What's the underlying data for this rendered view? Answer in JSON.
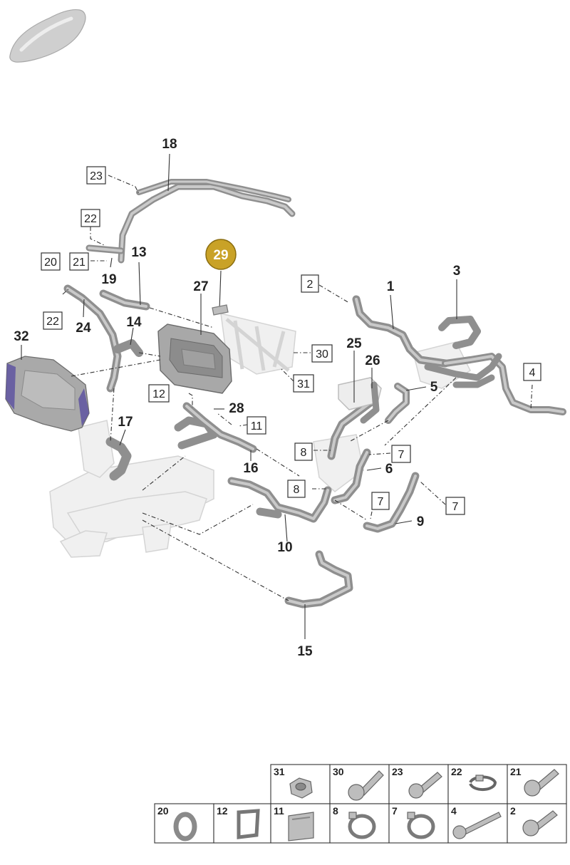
{
  "callouts": {
    "c1": "1",
    "c3": "3",
    "c5": "5",
    "c6": "6",
    "c9": "9",
    "c10": "10",
    "c13": "13",
    "c14": "14",
    "c15": "15",
    "c16": "16",
    "c17": "17",
    "c18": "18",
    "c19": "19",
    "c24": "24",
    "c25": "25",
    "c26": "26",
    "c27": "27",
    "c28": "28",
    "c32": "32"
  },
  "highlight": {
    "label": "29",
    "color": "#c9a227"
  },
  "boxed_labels": {
    "b2": "2",
    "b4": "4",
    "b7a": "7",
    "b7b": "7",
    "b7c": "7",
    "b8a": "8",
    "b8b": "8",
    "b11": "11",
    "b12": "12",
    "b20": "20",
    "b21": "21",
    "b22a": "22",
    "b22b": "22",
    "b23": "23",
    "b30": "30",
    "b31": "31"
  },
  "legend": {
    "row1": [
      "31",
      "30",
      "23",
      "22",
      "21"
    ],
    "row2": [
      "20",
      "12",
      "11",
      "8",
      "7",
      "4",
      "2"
    ]
  },
  "colors": {
    "hose": "#8f8f8f",
    "ghost": "#d4d4d4",
    "accent": "#c9a227",
    "cover": "#5a4fa0"
  }
}
